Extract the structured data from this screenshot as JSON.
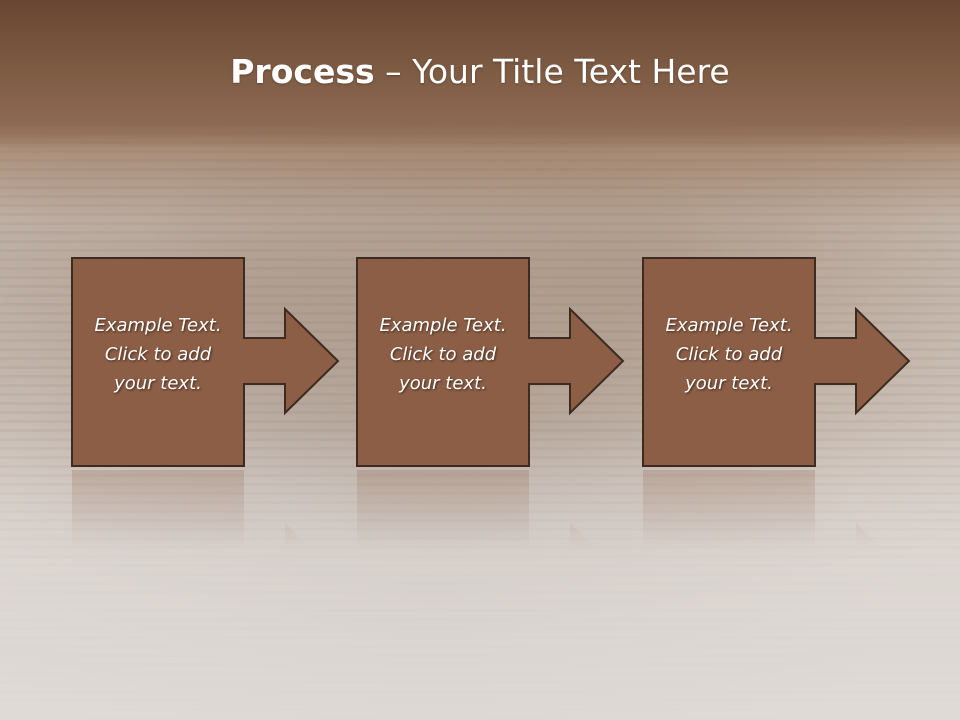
{
  "title": {
    "bold": "Process",
    "rest": " – Your Title Text Here"
  },
  "steps": [
    {
      "line1": "Example Text.",
      "line2": "Click  to add",
      "line3": "your text."
    },
    {
      "line1": "Example Text.",
      "line2": "Click  to add",
      "line3": "your text."
    },
    {
      "line1": "Example Text.",
      "line2": "Click  to add",
      "line3": "your text."
    }
  ],
  "colors": {
    "box_fill": "#8c5e45",
    "box_border": "#3d2a20",
    "title_bar": "#7a573f",
    "text": "#ffffff"
  }
}
